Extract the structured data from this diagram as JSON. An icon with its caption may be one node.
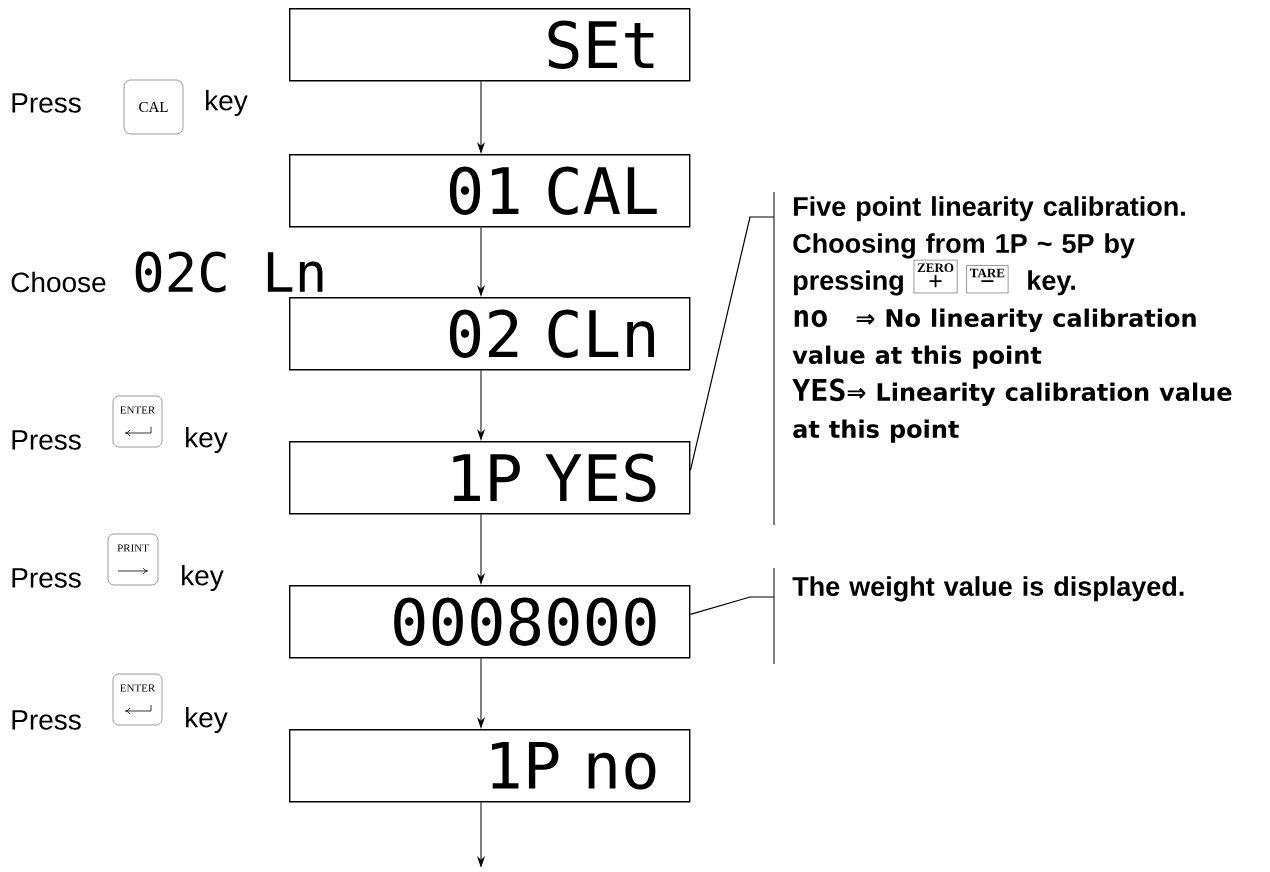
{
  "diagram": {
    "nodes": [
      {
        "text": [
          "SEt"
        ]
      },
      {
        "text": [
          "01 CAL"
        ]
      },
      {
        "text": [
          "02 CLn"
        ]
      },
      {
        "text": [
          "1P YES"
        ]
      },
      {
        "text": [
          "0008000"
        ]
      },
      {
        "text": [
          "1P no"
        ]
      },
      {
        "text": [
          "Five point linearity calibration. Choosing from 1P ~ 5P by pressing",
          "ZERO",
          "+",
          "TARE",
          "−",
          "key.",
          "no",
          "⇒ No linearity calibration value at this point",
          "YES",
          "⇒ Linearity calibration value at this point"
        ]
      },
      {
        "text": [
          "The weight value is displayed."
        ]
      }
    ],
    "edges": [
      {
        "from": 0,
        "to": 1,
        "arrow": "to"
      },
      {
        "from": 1,
        "to": 2,
        "arrow": "to"
      },
      {
        "from": 2,
        "to": 3,
        "arrow": "to"
      },
      {
        "from": 3,
        "to": 4,
        "arrow": "to"
      },
      {
        "from": 4,
        "to": 5,
        "arrow": "to"
      },
      {
        "from": 5,
        "to": null,
        "arrow": "to"
      },
      {
        "from": 6,
        "to": 3,
        "arrow": "none"
      },
      {
        "from": 7,
        "to": 4,
        "arrow": "none"
      }
    ],
    "labels": [
      "Press",
      "CAL",
      "key",
      "Choose",
      "02C Ln",
      "Press",
      "ENTER",
      "key",
      "Press",
      "PRINT",
      "key",
      "Press",
      "ENTER",
      "key"
    ]
  }
}
